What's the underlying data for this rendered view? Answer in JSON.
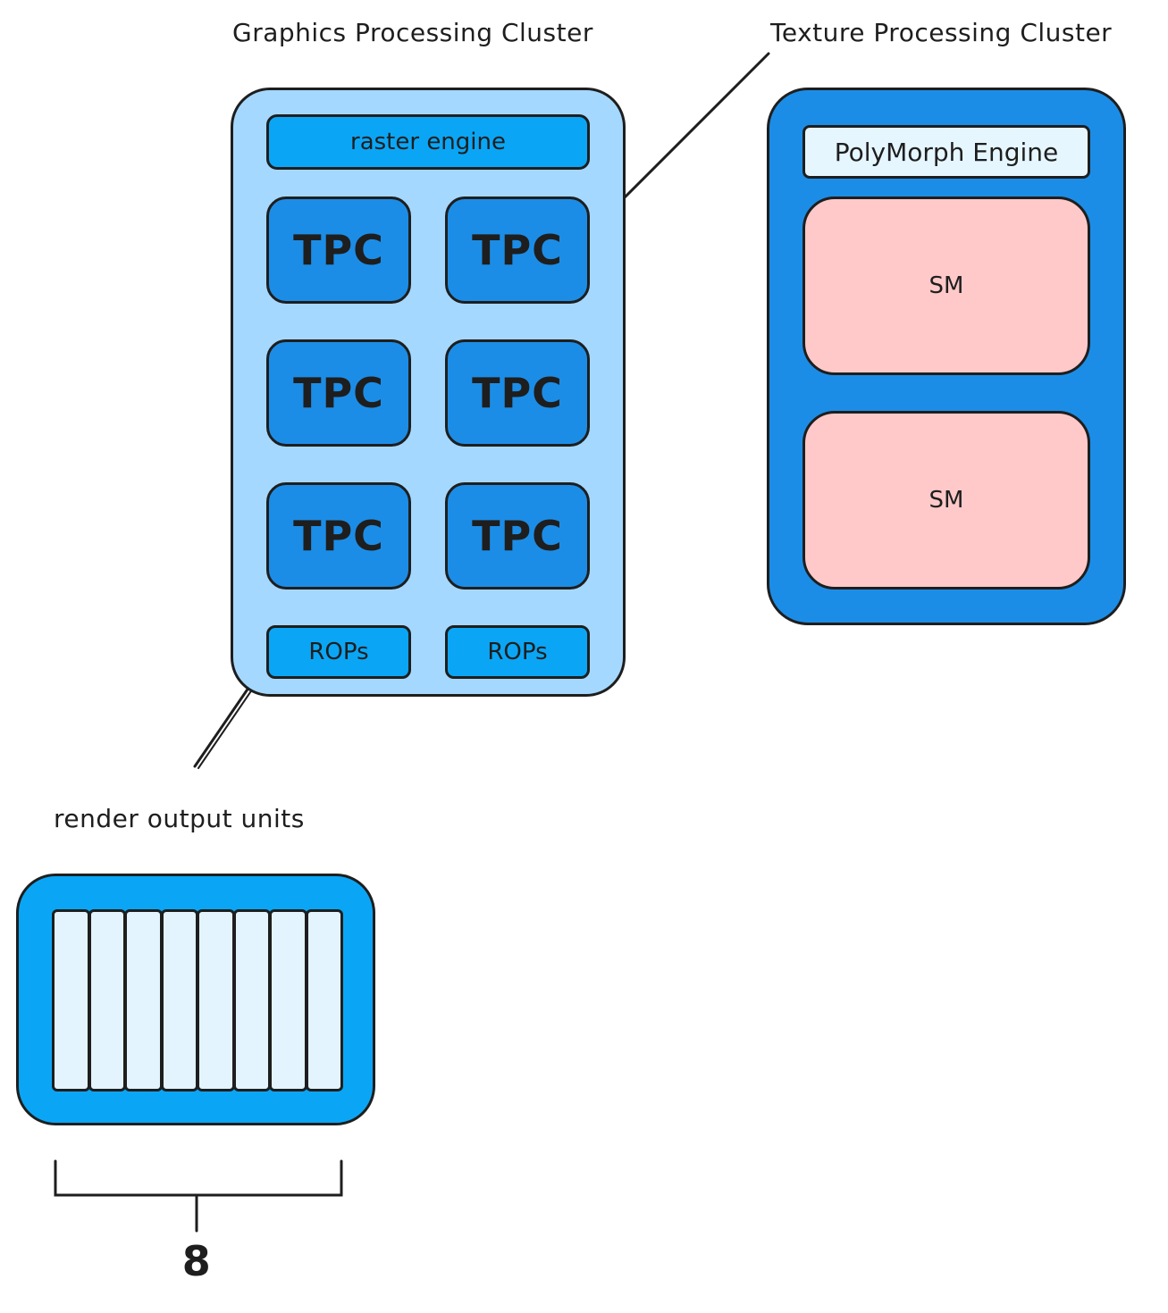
{
  "gpc": {
    "title": "Graphics Processing Cluster",
    "raster_label": "raster engine",
    "tpcs": [
      "TPC",
      "TPC",
      "TPC",
      "TPC",
      "TPC",
      "TPC"
    ],
    "rops": [
      "ROPs",
      "ROPs"
    ]
  },
  "tpc_detail": {
    "title": "Texture Processing Cluster",
    "polymorph_label": "PolyMorph Engine",
    "sms": [
      "SM",
      "SM"
    ]
  },
  "rop_detail": {
    "title": "render output units",
    "unit_count": 8,
    "count_label": "8"
  },
  "colors": {
    "gpc_fill": "#a5d8ff",
    "tpc_fill": "#1c8de6",
    "raster_fill": "#0aa6f5",
    "sm_fill": "#ffc9c9",
    "unit_fill": "#e3f4ff",
    "stroke": "#1e1e1e"
  }
}
